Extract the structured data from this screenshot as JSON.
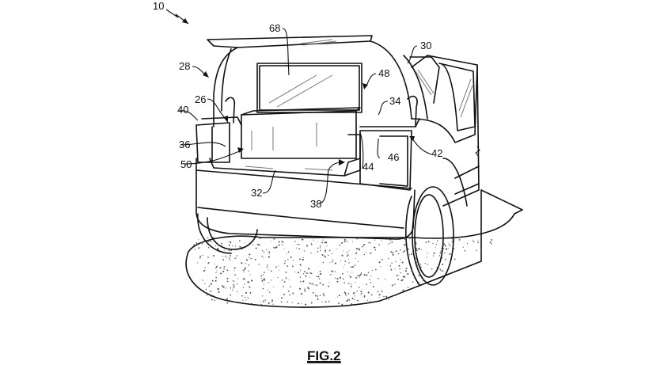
{
  "figure": {
    "caption": "FIG.2",
    "subject": "vehicle rear cargo area with tailgate open and display screen"
  },
  "reference_numerals": [
    {
      "id": "ref-10",
      "label": "10"
    },
    {
      "id": "ref-68",
      "label": "68"
    },
    {
      "id": "ref-30",
      "label": "30"
    },
    {
      "id": "ref-28",
      "label": "28"
    },
    {
      "id": "ref-48",
      "label": "48"
    },
    {
      "id": "ref-40",
      "label": "40"
    },
    {
      "id": "ref-26",
      "label": "26"
    },
    {
      "id": "ref-34",
      "label": "34"
    },
    {
      "id": "ref-36",
      "label": "36"
    },
    {
      "id": "ref-50",
      "label": "50"
    },
    {
      "id": "ref-44",
      "label": "44"
    },
    {
      "id": "ref-46",
      "label": "46"
    },
    {
      "id": "ref-42",
      "label": "42"
    },
    {
      "id": "ref-32",
      "label": "32"
    },
    {
      "id": "ref-38",
      "label": "38"
    }
  ],
  "colors": {
    "line": "#111111",
    "background": "#ffffff",
    "stipple": "#555555"
  }
}
